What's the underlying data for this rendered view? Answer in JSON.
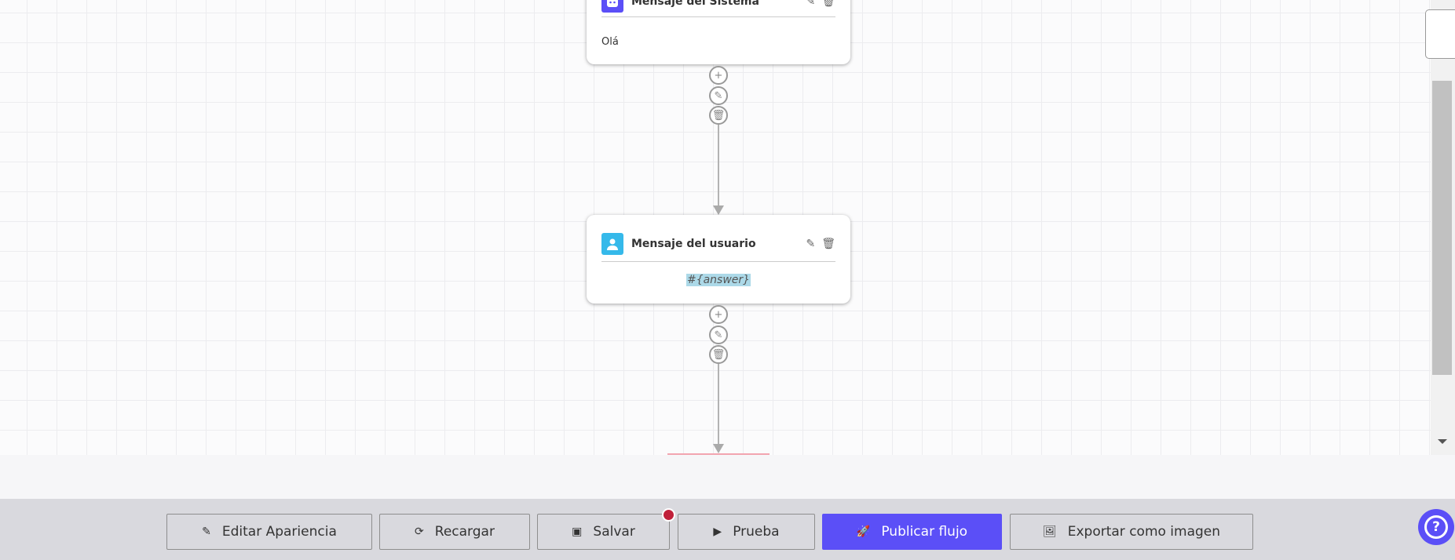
{
  "nodes": [
    {
      "type": "system",
      "title": "Mensaje del Sistema",
      "content": "Olá",
      "icon": "robot-icon",
      "color": "#5b4ff7"
    },
    {
      "type": "user",
      "title": "Mensaje del usuario",
      "content": "#{answer}",
      "icon": "user-icon",
      "color": "#35b9ea"
    }
  ],
  "toolbar": {
    "edit_appearance": "Editar Apariencia",
    "reload": "Recargar",
    "save": "Salvar",
    "test": "Prueba",
    "publish": "Publicar flujo",
    "export": "Exportar como imagen"
  },
  "colors": {
    "accent": "#5b4ff7",
    "unsaved_badge": "#c0203a"
  }
}
